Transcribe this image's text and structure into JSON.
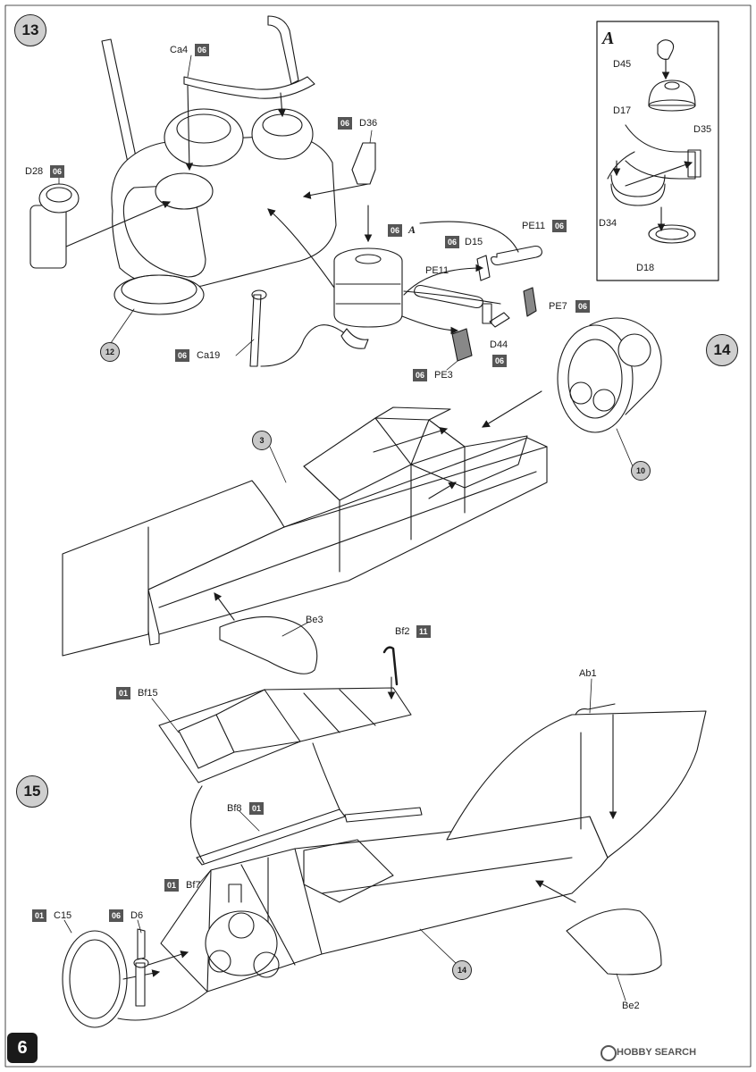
{
  "page_number": "6",
  "steps": {
    "s13": "13",
    "s14": "14",
    "s15": "15"
  },
  "refs": {
    "r12": "12",
    "r3": "3",
    "r10": "10",
    "r14": "14"
  },
  "inset": {
    "title": "A",
    "parts": {
      "d45": "D45",
      "d17": "D17",
      "d35": "D35",
      "d34": "D34",
      "d18": "D18"
    }
  },
  "step13": {
    "ca4": {
      "part": "Ca4",
      "sprue": "06"
    },
    "d36": {
      "part": "D36",
      "sprue": "06"
    },
    "d28": {
      "part": "D28",
      "sprue": "06"
    },
    "assy_a": {
      "sprue": "06",
      "label": "A"
    },
    "d15": {
      "part": "D15",
      "sprue": "06"
    },
    "pe11a": {
      "part": "PE11",
      "sprue": "06"
    },
    "pe11b": {
      "part": "PE11"
    },
    "pe7": {
      "part": "PE7",
      "sprue": "06"
    },
    "d44": {
      "part": "D44",
      "sprue": "06"
    },
    "pe3": {
      "part": "PE3",
      "sprue": "06"
    },
    "ca19": {
      "part": "Ca19",
      "sprue": "06"
    }
  },
  "step14": {
    "be3": {
      "part": "Be3"
    }
  },
  "step15": {
    "bf2": {
      "part": "Bf2",
      "sprue": "11"
    },
    "bf15": {
      "part": "Bf15",
      "sprue": "01"
    },
    "ab1": {
      "part": "Ab1"
    },
    "bf8": {
      "part": "Bf8",
      "sprue": "01"
    },
    "bf7": {
      "part": "Bf7",
      "sprue": "01"
    },
    "c15": {
      "part": "C15",
      "sprue": "01"
    },
    "d6": {
      "part": "D6",
      "sprue": "06"
    },
    "be2": {
      "part": "Be2"
    }
  },
  "watermark": "HOBBY SEARCH",
  "colors": {
    "tag": "#555555",
    "step_fill": "#cfcfcf",
    "line": "#1a1a1a"
  }
}
